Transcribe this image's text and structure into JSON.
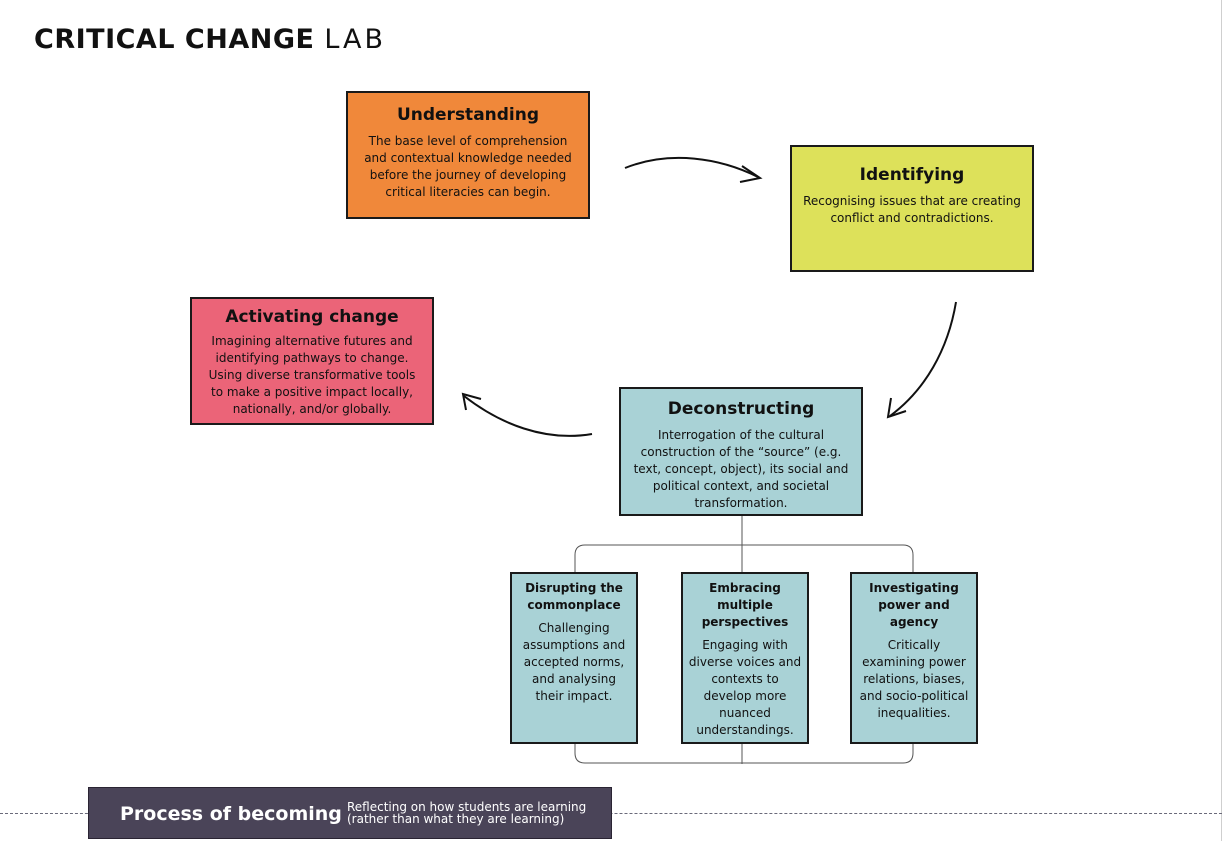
{
  "logo": {
    "bold_text": "CRITICAL CHANGE",
    "thin_text": "LAB"
  },
  "nodes": {
    "understanding": {
      "title": "Understanding",
      "text": "The base level of comprehension and contextual knowledge needed before the journey of developing critical literacies can begin.",
      "color": "#f0883a"
    },
    "identifying": {
      "title": "Identifying",
      "text": "Recognising issues that are creating conflict and contradictions.",
      "color": "#dde15a"
    },
    "deconstructing": {
      "title": "Deconstructing",
      "text": "Interrogation of the cultural construction of the “source” (e.g. text, concept, object), its social and political context, and societal transformation.",
      "color": "#a9d2d6"
    },
    "activating": {
      "title": "Activating change",
      "text": "Imagining alternative futures and identifying pathways to change. Using diverse transformative tools to make a positive impact locally, nationally, and/or globally.",
      "color": "#eb6478"
    }
  },
  "sub_nodes": [
    {
      "title": "Disrupting the commonplace",
      "text": "Challenging assumptions and accepted norms, and analysing their impact."
    },
    {
      "title": "Embracing multiple perspectives",
      "text": "Engaging with diverse voices and contexts to develop more nuanced understandings."
    },
    {
      "title": "Investigating power and agency",
      "text": "Critically examining power relations, biases, and socio-political inequalities."
    }
  ],
  "footer": {
    "title": "Process of becoming",
    "description": "Reflecting on how students are learning (rather than what they are learning)",
    "color": "#4a4458"
  }
}
